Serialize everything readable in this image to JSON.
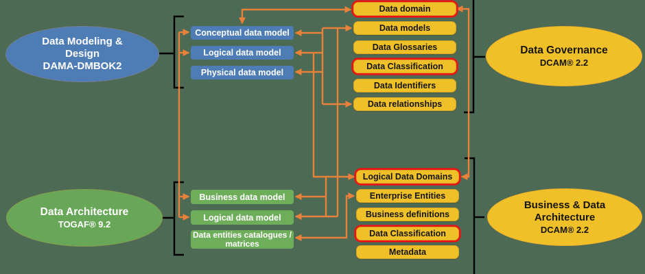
{
  "colors": {
    "background": "#4d6a54",
    "blue": "#4e7cb5",
    "green": "#6ead5a",
    "yellow": "#efc027",
    "orange_connector": "#e8823a",
    "red_highlight": "#ee1111",
    "bracket_black": "#000000"
  },
  "ellipses": {
    "modeling": {
      "lines": [
        "Data Modeling &",
        "Design",
        "DAMA-DMBOK2"
      ]
    },
    "architecture": {
      "title": "Data Architecture",
      "subtitle": "TOGAF® 9.2"
    },
    "governance": {
      "title": "Data Governance",
      "subtitle": "DCAM® 2.2"
    },
    "business_architecture": {
      "lines": [
        "Business & Data",
        "Architecture"
      ],
      "subtitle": "DCAM® 2.2"
    }
  },
  "modeling_boxes": [
    {
      "label": "Conceptual data model"
    },
    {
      "label": "Logical data model"
    },
    {
      "label": "Physical data model"
    }
  ],
  "architecture_boxes": [
    {
      "label": "Business data model"
    },
    {
      "label": "Logical data model"
    },
    {
      "label": "Data entities catalogues / matrices"
    }
  ],
  "governance_boxes": [
    {
      "label": "Data domain",
      "highlighted": true
    },
    {
      "label": "Data models",
      "highlighted": false
    },
    {
      "label": "Data Glossaries",
      "highlighted": false
    },
    {
      "label": "Data Classification",
      "highlighted": true
    },
    {
      "label": "Data Identifiers",
      "highlighted": false
    },
    {
      "label": "Data relationships",
      "highlighted": false
    }
  ],
  "business_architecture_boxes": [
    {
      "label": "Logical Data Domains",
      "highlighted": true
    },
    {
      "label": "Enterprise Entities",
      "highlighted": false
    },
    {
      "label": "Business definitions",
      "highlighted": false
    },
    {
      "label": "Data Classification",
      "highlighted": true
    },
    {
      "label": "Metadata",
      "highlighted": false
    }
  ]
}
